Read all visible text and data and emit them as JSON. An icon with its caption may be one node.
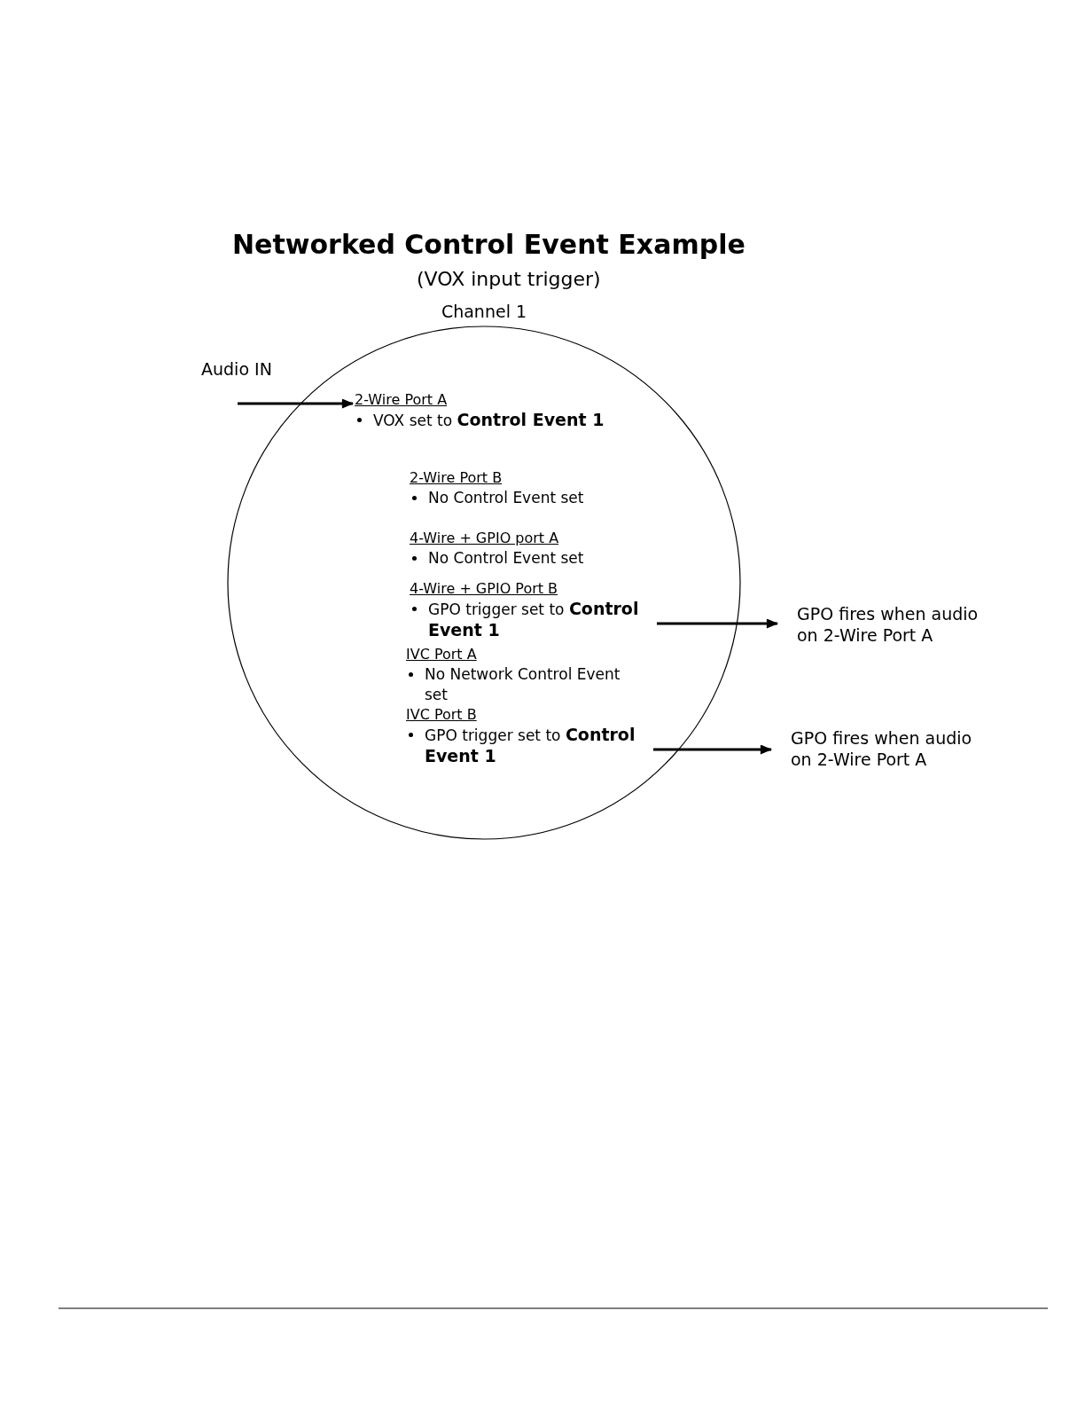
{
  "diagram": {
    "title": "Networked Control Event Example",
    "nodes": [
      {
        "text": [
          "Channel 1"
        ]
      },
      {
        "text": [
          "2-Wire Port A",
          "VOX set to **Control Event 1**"
        ],
        "in": 0
      },
      {
        "text": [
          "2-Wire Port B",
          "No Control Event set"
        ],
        "in": 0
      },
      {
        "text": [
          "4-Wire + GPIO port A",
          "No Control Event set"
        ],
        "in": 0
      },
      {
        "text": [
          "4-Wire + GPIO Port B",
          "GPO trigger set to **Control Event 1**"
        ],
        "in": 0
      },
      {
        "text": [
          "IVC Port A",
          "No Network Control Event set"
        ],
        "in": 0
      },
      {
        "text": [
          "IVC Port B",
          "GPO trigger set to **Control Event 1**"
        ],
        "in": 0
      },
      {
        "text": [
          "GPO fires when audio on 2-Wire Port A"
        ]
      },
      {
        "text": [
          "GPO fires when audio on 2-Wire Port A"
        ]
      }
    ],
    "edges": [
      {
        "from": null,
        "to": 1,
        "arrow": "to"
      },
      {
        "from": 4,
        "to": 7,
        "arrow": "to"
      },
      {
        "from": 6,
        "to": 8,
        "arrow": "to"
      }
    ],
    "labels": [
      "(VOX input trigger)",
      "Audio IN"
    ]
  }
}
